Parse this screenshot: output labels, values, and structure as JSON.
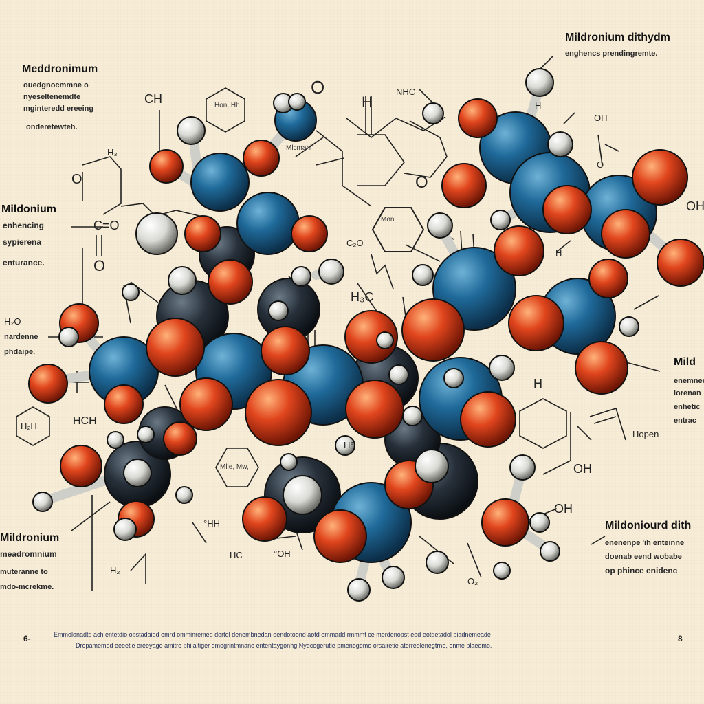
{
  "callouts": [
    {
      "id": "top-left",
      "title": "Meddronimum",
      "lines": [
        "ouedgnocmmne o",
        "nyeseltenemdte",
        "mginteredd ereeing",
        "onderetewteh."
      ]
    },
    {
      "id": "top-right",
      "title": "Mildronium dithydm",
      "lines": [
        "enghencs prendingremte."
      ]
    },
    {
      "id": "left-middle",
      "title": "Mildonium",
      "lines": [
        "enhencing",
        "sypierena",
        "enturance."
      ]
    },
    {
      "id": "left-formula",
      "title": "H₂O",
      "lines": [
        "nardenne",
        "phdaipe."
      ]
    },
    {
      "id": "bottom-left",
      "title": "Mildronium",
      "lines": [
        "meadromnium",
        "",
        "muteranne to",
        "mdo-mcrekme."
      ]
    },
    {
      "id": "right-middle",
      "title": "Mild",
      "lines": [
        "enemnee",
        "lorenan",
        "enhetic",
        "entrac"
      ]
    },
    {
      "id": "bottom-right",
      "title": "Mildoniourd dith",
      "lines": [
        "enenenpe 'ih enteinne",
        "doenab eend wobabe",
        "op phince enidenc"
      ]
    }
  ],
  "chem_labels": [
    "CH",
    "O",
    "O",
    "H",
    "NHC",
    "C=O",
    "OH",
    "O",
    "H₃",
    "C₂O",
    "O",
    "H",
    "H₃C",
    "H₂",
    "OH",
    "HCH",
    "°HH",
    "HC",
    "°OH",
    "H°",
    "O₂",
    "OH",
    "OH",
    "O",
    "H",
    "H"
  ],
  "boxed_labels": [
    "Hon, Hh",
    "Mlcmahl",
    "H₂H",
    "Mon",
    "Mlle, Mw,",
    "Hopen"
  ],
  "footer": {
    "page_left": "6-",
    "page_right": "8",
    "line1": "Emmolonadtd ach entetdio obstadaidd emrd omminremed dortel denembnedan oendotoond aotd emmadd rmmmt ce merdenopst eod eotdetadol biadnemeade",
    "line2": "Drepamemod eeeetie ereeyage amitre philaltiger emogrintmnane ententaygonhg Nyecegerutle pmenogemo orsairetie aterreelenegtrne, enme plaeemo."
  },
  "colors": {
    "background": "#f7ecd6",
    "atom_blue": "#1f6a9a",
    "atom_orange": "#e0451d",
    "atom_dark": "#27303a",
    "atom_white": "#e8e8e4",
    "line": "#222222",
    "footer_text": "#1e2b55"
  }
}
